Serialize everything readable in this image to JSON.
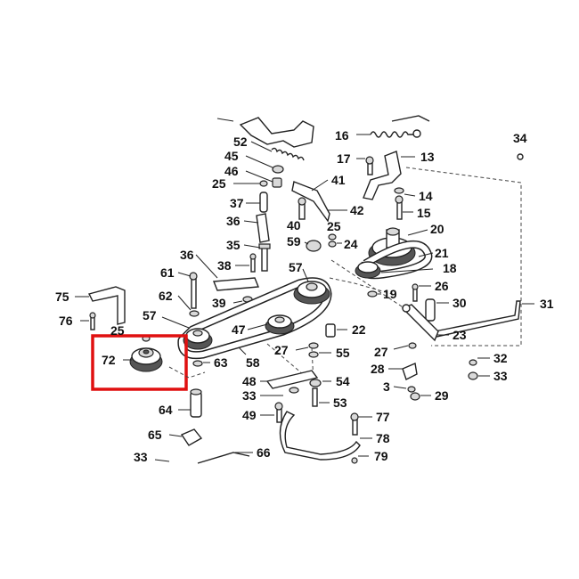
{
  "labels": [
    {
      "id": "16",
      "text": "16"
    },
    {
      "id": "34",
      "text": "34"
    },
    {
      "id": "52",
      "text": "52"
    },
    {
      "id": "45",
      "text": "45"
    },
    {
      "id": "46",
      "text": "46"
    },
    {
      "id": "25a",
      "text": "25"
    },
    {
      "id": "17",
      "text": "17"
    },
    {
      "id": "13",
      "text": "13"
    },
    {
      "id": "41",
      "text": "41"
    },
    {
      "id": "37",
      "text": "37"
    },
    {
      "id": "14",
      "text": "14"
    },
    {
      "id": "40",
      "text": "40"
    },
    {
      "id": "42",
      "text": "42"
    },
    {
      "id": "15",
      "text": "15"
    },
    {
      "id": "36a",
      "text": "36"
    },
    {
      "id": "25b",
      "text": "25"
    },
    {
      "id": "20",
      "text": "20"
    },
    {
      "id": "59",
      "text": "59"
    },
    {
      "id": "24",
      "text": "24"
    },
    {
      "id": "35",
      "text": "35"
    },
    {
      "id": "36b",
      "text": "36"
    },
    {
      "id": "21",
      "text": "21"
    },
    {
      "id": "38",
      "text": "38"
    },
    {
      "id": "57a",
      "text": "57"
    },
    {
      "id": "18",
      "text": "18"
    },
    {
      "id": "61",
      "text": "61"
    },
    {
      "id": "26",
      "text": "26"
    },
    {
      "id": "75",
      "text": "75"
    },
    {
      "id": "62",
      "text": "62"
    },
    {
      "id": "19",
      "text": "19"
    },
    {
      "id": "39",
      "text": "39"
    },
    {
      "id": "30",
      "text": "30"
    },
    {
      "id": "31",
      "text": "31"
    },
    {
      "id": "57b",
      "text": "57"
    },
    {
      "id": "76",
      "text": "76"
    },
    {
      "id": "25c",
      "text": "25"
    },
    {
      "id": "47",
      "text": "47"
    },
    {
      "id": "22",
      "text": "22"
    },
    {
      "id": "23",
      "text": "23"
    },
    {
      "id": "27a",
      "text": "27"
    },
    {
      "id": "55",
      "text": "55"
    },
    {
      "id": "27b",
      "text": "27"
    },
    {
      "id": "72",
      "text": "72"
    },
    {
      "id": "63",
      "text": "63"
    },
    {
      "id": "58",
      "text": "58"
    },
    {
      "id": "32",
      "text": "32"
    },
    {
      "id": "28",
      "text": "28"
    },
    {
      "id": "33a",
      "text": "33"
    },
    {
      "id": "48",
      "text": "48"
    },
    {
      "id": "54",
      "text": "54"
    },
    {
      "id": "3",
      "text": "3"
    },
    {
      "id": "33b",
      "text": "33"
    },
    {
      "id": "29",
      "text": "29"
    },
    {
      "id": "53",
      "text": "53"
    },
    {
      "id": "64",
      "text": "64"
    },
    {
      "id": "49",
      "text": "49"
    },
    {
      "id": "77",
      "text": "77"
    },
    {
      "id": "65",
      "text": "65"
    },
    {
      "id": "78",
      "text": "78"
    },
    {
      "id": "33c",
      "text": "33"
    },
    {
      "id": "66",
      "text": "66"
    },
    {
      "id": "79",
      "text": "79"
    }
  ],
  "highlight": {
    "part": "72",
    "color": "#e01010"
  }
}
